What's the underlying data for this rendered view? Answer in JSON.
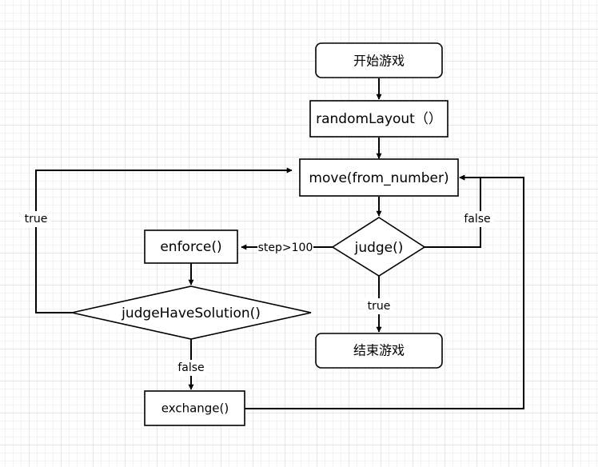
{
  "nodes": {
    "start": "开始游戏",
    "random_layout": "randomLayout（）",
    "move": "move(from_number)",
    "judge": "judge()",
    "enforce": "enforce()",
    "judge_have_solution": "judgeHaveSolution()",
    "end": "结束游戏",
    "exchange": "exchange()"
  },
  "edge_labels": {
    "judge_false": "false",
    "judge_step": "step>100",
    "judge_true": "true",
    "solution_true": "true",
    "solution_false": "false"
  },
  "colors": {
    "stroke": "#000000",
    "fill": "#ffffff",
    "grid": "#e6e6e6"
  }
}
